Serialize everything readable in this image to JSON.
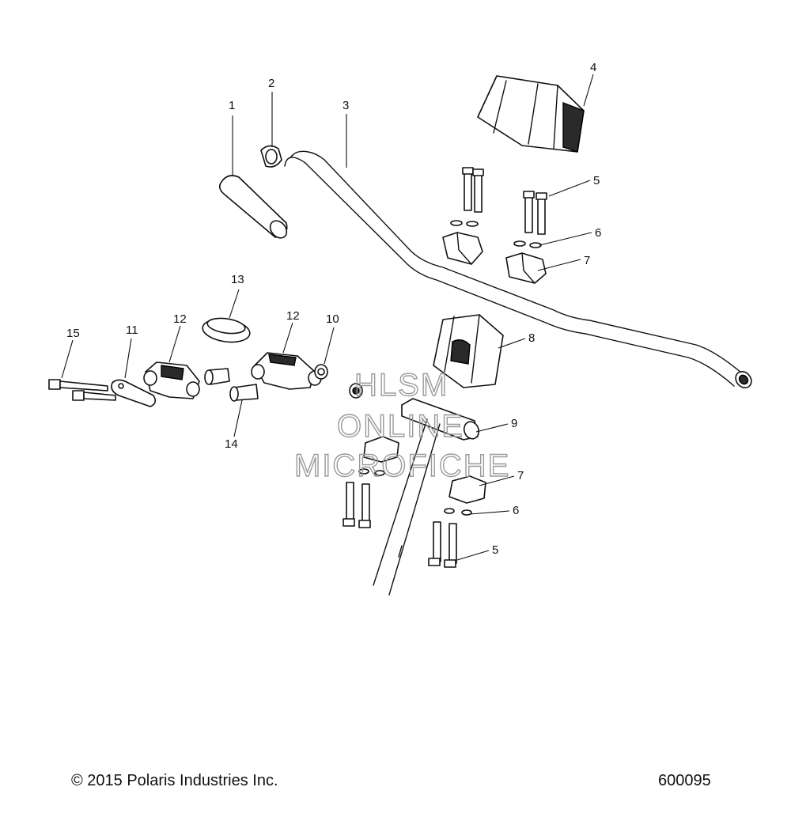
{
  "callouts": [
    {
      "id": "c1",
      "label": "1"
    },
    {
      "id": "c2",
      "label": "2"
    },
    {
      "id": "c3",
      "label": "3"
    },
    {
      "id": "c4",
      "label": "4"
    },
    {
      "id": "c5a",
      "label": "5"
    },
    {
      "id": "c6a",
      "label": "6"
    },
    {
      "id": "c7a",
      "label": "7"
    },
    {
      "id": "c8",
      "label": "8"
    },
    {
      "id": "c9",
      "label": "9"
    },
    {
      "id": "c10",
      "label": "10"
    },
    {
      "id": "c11",
      "label": "11"
    },
    {
      "id": "c12a",
      "label": "12"
    },
    {
      "id": "c12b",
      "label": "12"
    },
    {
      "id": "c13",
      "label": "13"
    },
    {
      "id": "c14",
      "label": "14"
    },
    {
      "id": "c15",
      "label": "15"
    },
    {
      "id": "c7b",
      "label": "7"
    },
    {
      "id": "c6b",
      "label": "6"
    },
    {
      "id": "c5b",
      "label": "5"
    }
  ],
  "watermark": {
    "line1": "HLSM",
    "line2": "ONLINE",
    "line3": "MICROFICHE"
  },
  "footer": {
    "copyright": "© 2015 Polaris Industries Inc.",
    "figure_number": "600095"
  }
}
